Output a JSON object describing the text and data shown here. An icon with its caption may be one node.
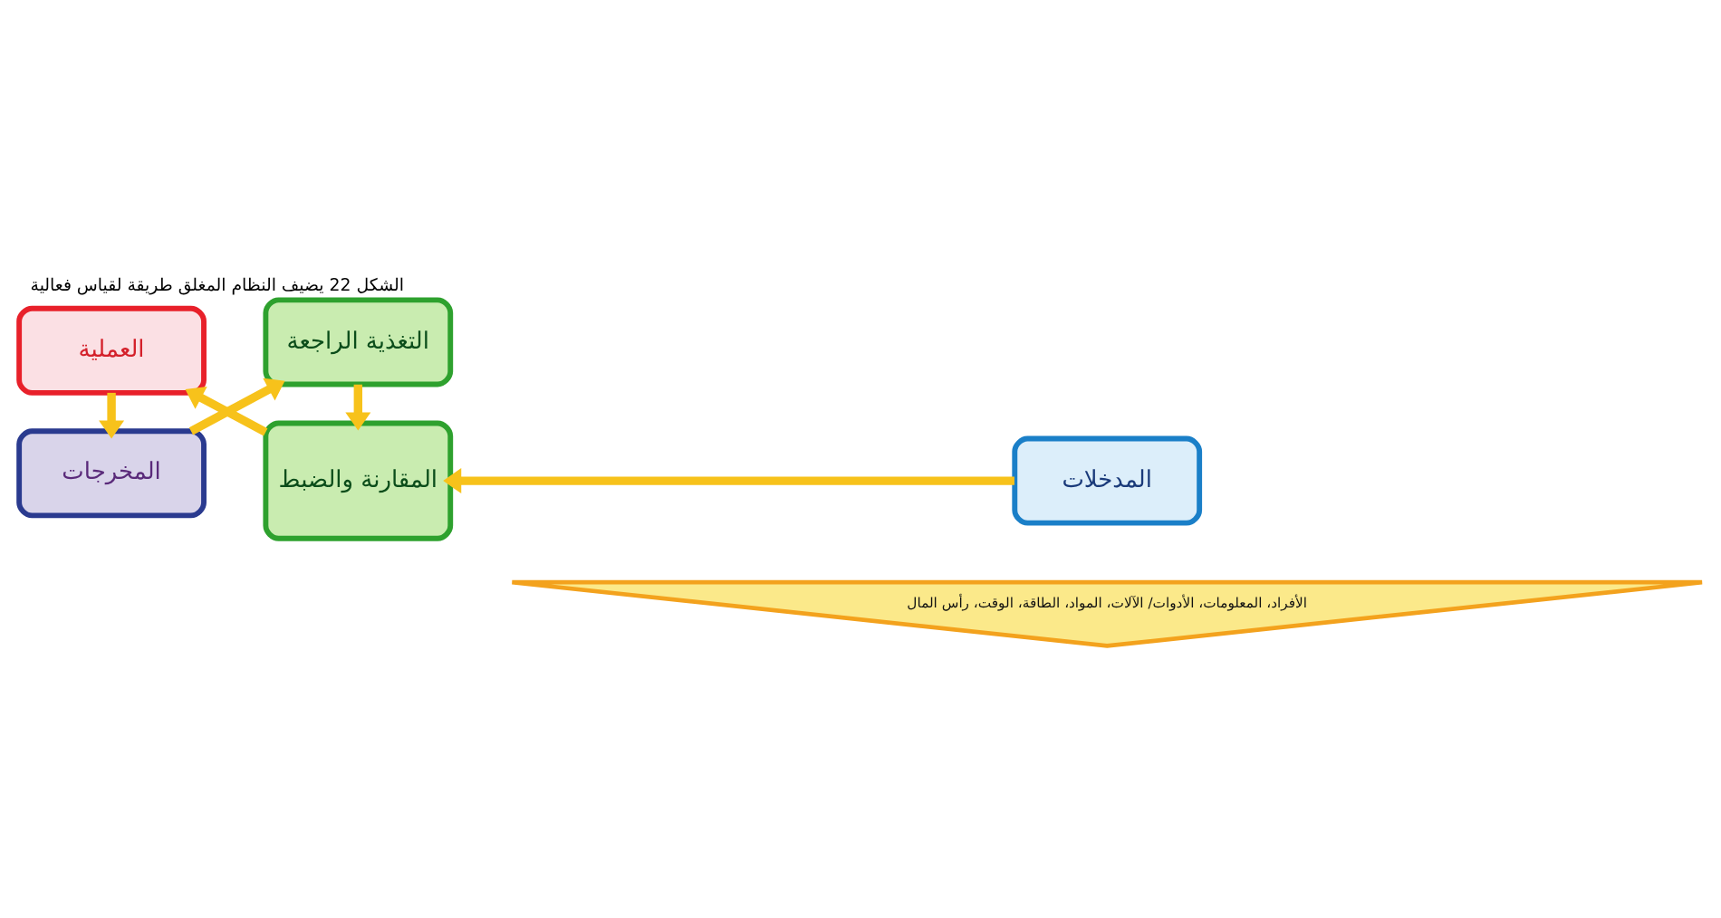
{
  "diagram": {
    "title": "الشكل 22 يضيف النظام المغلق طريقة لقياس فعالية",
    "nodes": [
      {
        "text": [
          "الأفراد، المعلومات، الأدوات/ الآلات، المواد، الطاقة، الوقت، رأس المال"
        ]
      },
      {
        "text": [
          "المدخلات"
        ]
      },
      {
        "text": [
          "المقارنة والضبط"
        ]
      },
      {
        "text": [
          "العملية"
        ]
      },
      {
        "text": [
          "المخرجات"
        ]
      },
      {
        "text": [
          "التغذية الراجعة"
        ]
      }
    ],
    "edges": [
      {
        "from": 1,
        "to": 2,
        "arrow": "to"
      },
      {
        "from": 2,
        "to": 3,
        "arrow": "to"
      },
      {
        "from": 3,
        "to": 4,
        "arrow": "to"
      },
      {
        "from": 4,
        "to": 5,
        "arrow": "to"
      },
      {
        "from": 5,
        "to": 2,
        "arrow": "to"
      }
    ]
  }
}
